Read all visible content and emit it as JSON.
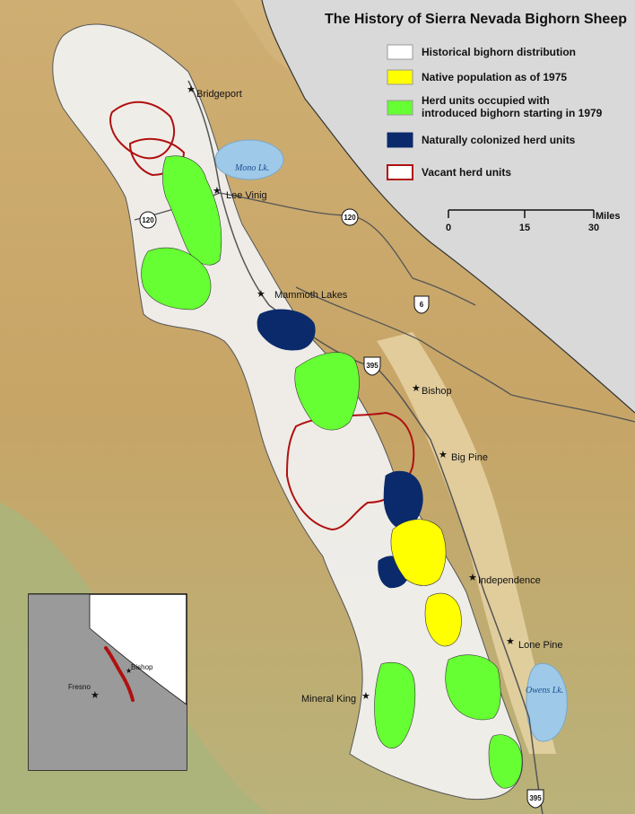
{
  "title": "The History of Sierra Nevada Bighorn Sheep",
  "legend": [
    {
      "label": "Historical bighorn distribution",
      "fill": "#ffffff",
      "stroke": "#999999"
    },
    {
      "label": "Native population as of 1975",
      "fill": "#ffff00",
      "stroke": "#999999"
    },
    {
      "label": "Herd units occupied with",
      "label2": "introduced bighorn starting in 1979",
      "fill": "#66ff33",
      "stroke": "#999999"
    },
    {
      "label": "Naturally colonized herd units",
      "fill": "#0a2a6b",
      "stroke": "#0a2a6b"
    },
    {
      "label": "Vacant herd units",
      "fill": "#ffffff",
      "stroke": "#b01010"
    }
  ],
  "scale_bar": {
    "ticks": [
      "0",
      "15",
      "30"
    ],
    "unit": "Miles"
  },
  "towns": [
    "Bridgeport",
    "Lee Vinig",
    "Mammoth Lakes",
    "Bishop",
    "Big Pine",
    "Independence",
    "Lone Pine",
    "Mineral King"
  ],
  "lakes": [
    "Mono Lk.",
    "Owens Lk."
  ],
  "highways": [
    "120",
    "120",
    "395",
    "6",
    "395"
  ],
  "inset": {
    "cities": [
      "Fresno",
      "Bishop"
    ]
  },
  "colors": {
    "terrain": "#c9a96e",
    "terrain_green": "#a8b478",
    "nevada": "#d9d9d9",
    "historical": "#f2f2f2",
    "native": "#ffff00",
    "introduced": "#66ff33",
    "colonized": "#0a2a6b",
    "vacant": "#b01010",
    "lake": "#9ec9e8",
    "road": "#555555"
  }
}
